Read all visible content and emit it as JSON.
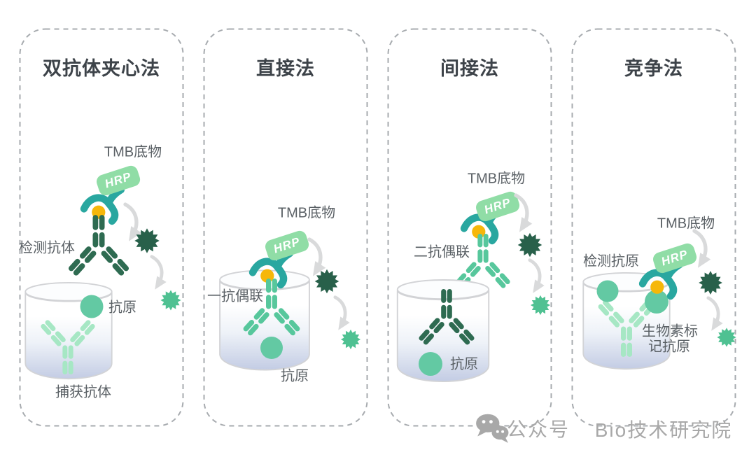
{
  "figure": {
    "topic": "ELISA method formats diagram",
    "colors": {
      "hrp_badge_green": "#90dda6",
      "enzyme_teal": "#29a7a0",
      "biotin_yellow": "#f6b70a",
      "antibody_dark_green": "#2e6b51",
      "antibody_medium_green": "#57c79c",
      "antibody_light_green": "#a6e7c4",
      "antigen_green": "#63c9a3",
      "substrate_dark_star": "#28604a",
      "substrate_light_star": "#4fc192",
      "well_liquid_blue": "#c3cce4",
      "panel_border_gray": "#a7abaf",
      "label_gray": "#5a6065"
    }
  },
  "panels": [
    {
      "title": "双抗体夹心法",
      "tmb": "TMB底物",
      "hrp": "HRP",
      "detection_antibody": "检测抗体",
      "antigen": "抗原",
      "capture_antibody": "捕获抗体"
    },
    {
      "title": "直接法",
      "tmb": "TMB底物",
      "hrp": "HRP",
      "primary_conjugate": "一抗偶联",
      "antigen": "抗原"
    },
    {
      "title": "间接法",
      "tmb": "TMB底物",
      "hrp": "HRP",
      "secondary_conjugate": "二抗偶联",
      "antigen": "抗原"
    },
    {
      "title": "竞争法",
      "tmb": "TMB底物",
      "hrp": "HRP",
      "detection_antigen": "检测抗原",
      "biotin_antigen_line1": "生物素标",
      "biotin_antigen_line2": "记抗原"
    }
  ],
  "watermark": {
    "label": "公众号",
    "brand": "Bio技术研究院"
  }
}
